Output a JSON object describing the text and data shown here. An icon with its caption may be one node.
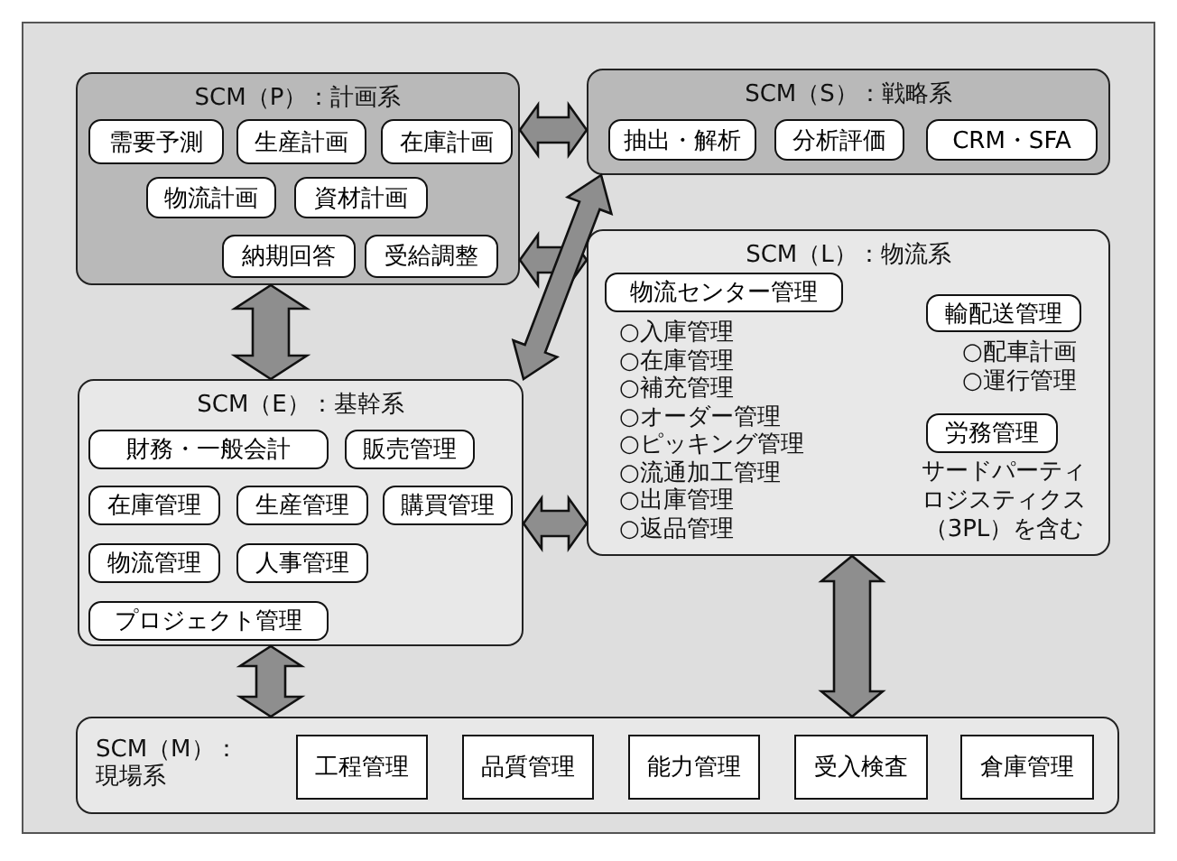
{
  "diagram": {
    "nodes": [
      {
        "text": [
          "SCM（P）：計画系"
        ]
      },
      {
        "text": [
          "需要予測"
        ],
        "in": 0
      },
      {
        "text": [
          "生産計画"
        ],
        "in": 0
      },
      {
        "text": [
          "在庫計画"
        ],
        "in": 0
      },
      {
        "text": [
          "物流計画"
        ],
        "in": 0
      },
      {
        "text": [
          "資材計画"
        ],
        "in": 0
      },
      {
        "text": [
          "納期回答"
        ],
        "in": 0
      },
      {
        "text": [
          "受給調整"
        ],
        "in": 0
      },
      {
        "text": [
          "SCM（S）：戦略系"
        ]
      },
      {
        "text": [
          "抽出・解析"
        ],
        "in": 8
      },
      {
        "text": [
          "分析評価"
        ],
        "in": 8
      },
      {
        "text": [
          "CRM・SFA"
        ],
        "in": 8
      },
      {
        "text": [
          "SCM（L）：物流系",
          "サードパーティロジスティクス（3PL）を含む"
        ]
      },
      {
        "text": [
          "物流センター管理"
        ],
        "in": 12,
        "beside": [
          "○入庫管理",
          "○在庫管理",
          "○補充管理",
          "○オーダー管理",
          "○ピッキング管理",
          "○流通加工管理",
          "○出庫管理",
          "○返品管理"
        ]
      },
      {
        "text": [
          "輸配送管理"
        ],
        "in": 12,
        "beside": [
          "○配車計画",
          "○運行管理"
        ]
      },
      {
        "text": [
          "労務管理"
        ],
        "in": 12
      },
      {
        "text": [
          "SCM（E）：基幹系"
        ]
      },
      {
        "text": [
          "財務・一般会計"
        ],
        "in": 16
      },
      {
        "text": [
          "販売管理"
        ],
        "in": 16
      },
      {
        "text": [
          "在庫管理"
        ],
        "in": 16
      },
      {
        "text": [
          "生産管理"
        ],
        "in": 16
      },
      {
        "text": [
          "購買管理"
        ],
        "in": 16
      },
      {
        "text": [
          "物流管理"
        ],
        "in": 16
      },
      {
        "text": [
          "人事管理"
        ],
        "in": 16
      },
      {
        "text": [
          "プロジェクト管理"
        ],
        "in": 16
      },
      {
        "text": [
          "SCM（M）：現場系"
        ]
      },
      {
        "text": [
          "工程管理"
        ],
        "in": 25
      },
      {
        "text": [
          "品質管理"
        ],
        "in": 25
      },
      {
        "text": [
          "能力管理"
        ],
        "in": 25
      },
      {
        "text": [
          "受入検査"
        ],
        "in": 25
      },
      {
        "text": [
          "倉庫管理"
        ],
        "in": 25
      }
    ],
    "edges": [
      {
        "from": 0,
        "to": 8,
        "arrow": "both"
      },
      {
        "from": 0,
        "to": 12,
        "arrow": "both"
      },
      {
        "from": 0,
        "to": 16,
        "arrow": "both"
      },
      {
        "from": 16,
        "to": 8,
        "arrow": "both"
      },
      {
        "from": 16,
        "to": 12,
        "arrow": "both"
      },
      {
        "from": 16,
        "to": 25,
        "arrow": "both"
      },
      {
        "from": 12,
        "to": 25,
        "arrow": "both"
      }
    ]
  }
}
